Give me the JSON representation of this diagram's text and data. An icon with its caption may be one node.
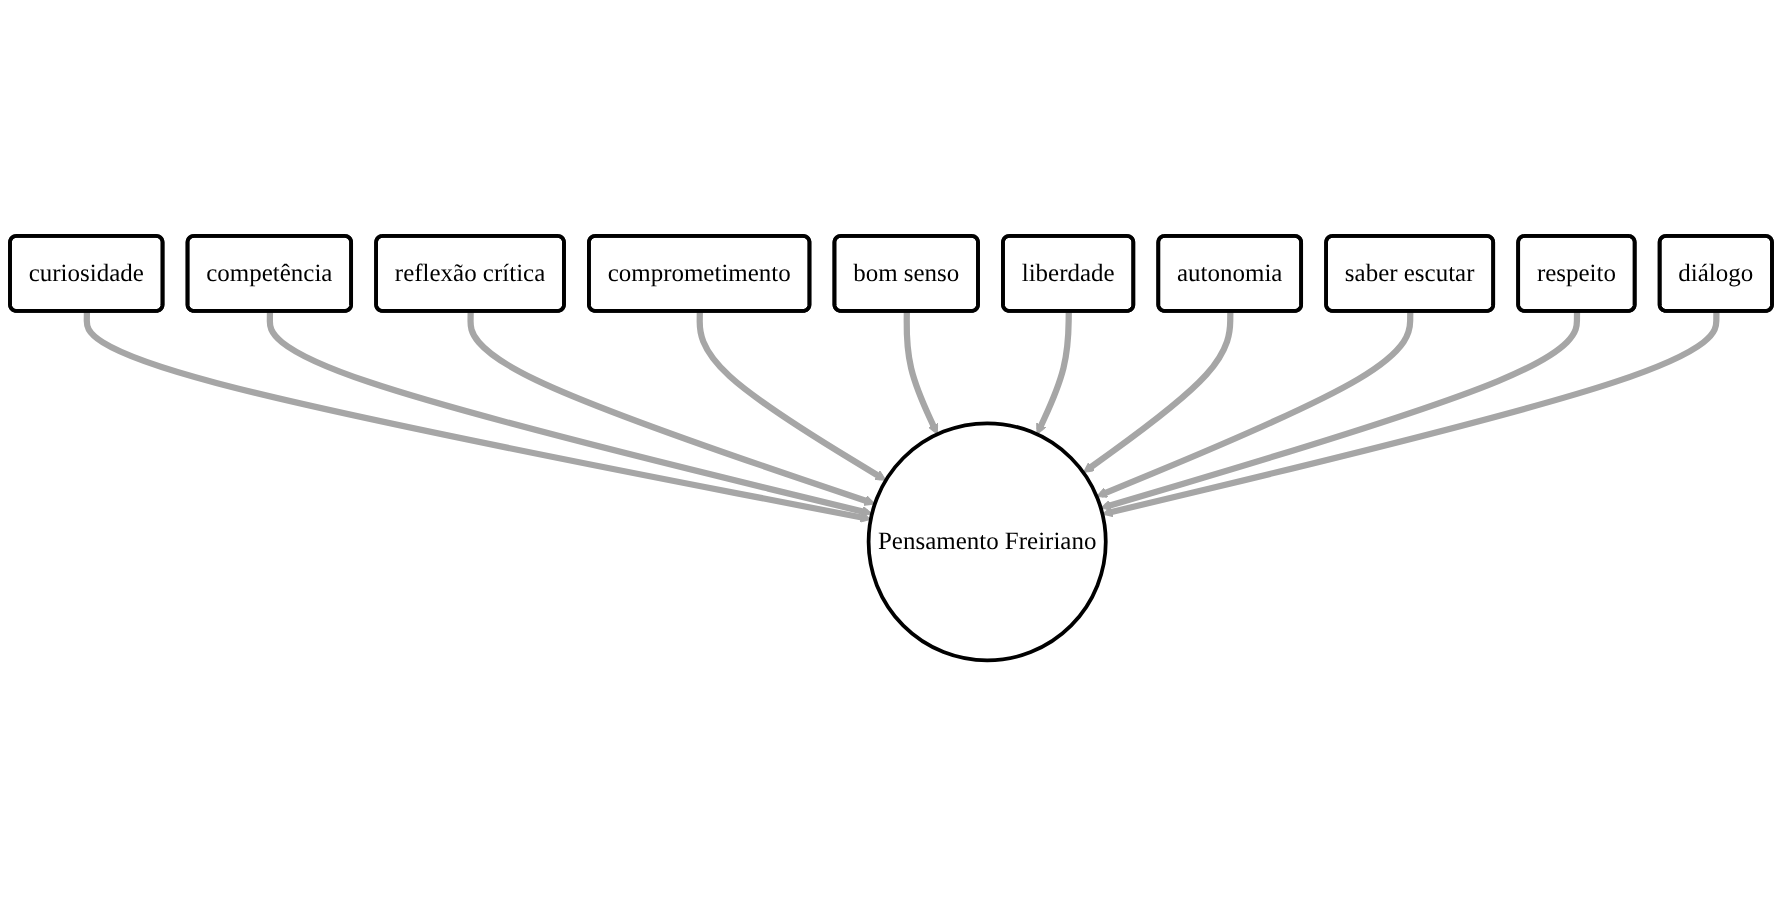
{
  "diagram": {
    "nodes": [
      {
        "text": [
          "curiosidade"
        ]
      },
      {
        "text": [
          "competência"
        ]
      },
      {
        "text": [
          "reflexão crítica"
        ]
      },
      {
        "text": [
          "comprometimento"
        ]
      },
      {
        "text": [
          "bom senso"
        ]
      },
      {
        "text": [
          "liberdade"
        ]
      },
      {
        "text": [
          "autonomia"
        ]
      },
      {
        "text": [
          "saber escutar"
        ]
      },
      {
        "text": [
          "Pensamento Freiriano"
        ]
      },
      {
        "text": [
          "respeito"
        ]
      },
      {
        "text": [
          "diálogo"
        ]
      }
    ],
    "edges": [
      {
        "from": 0,
        "to": 8,
        "arrow": "to"
      },
      {
        "from": 1,
        "to": 8,
        "arrow": "to"
      },
      {
        "from": 2,
        "to": 8,
        "arrow": "to"
      },
      {
        "from": 3,
        "to": 8,
        "arrow": "to"
      },
      {
        "from": 4,
        "to": 8,
        "arrow": "to"
      },
      {
        "from": 5,
        "to": 8,
        "arrow": "to"
      },
      {
        "from": 6,
        "to": 8,
        "arrow": "to"
      },
      {
        "from": 7,
        "to": 8,
        "arrow": "to"
      },
      {
        "from": 9,
        "to": 8,
        "arrow": "to"
      },
      {
        "from": 10,
        "to": 8,
        "arrow": "to"
      }
    ]
  }
}
